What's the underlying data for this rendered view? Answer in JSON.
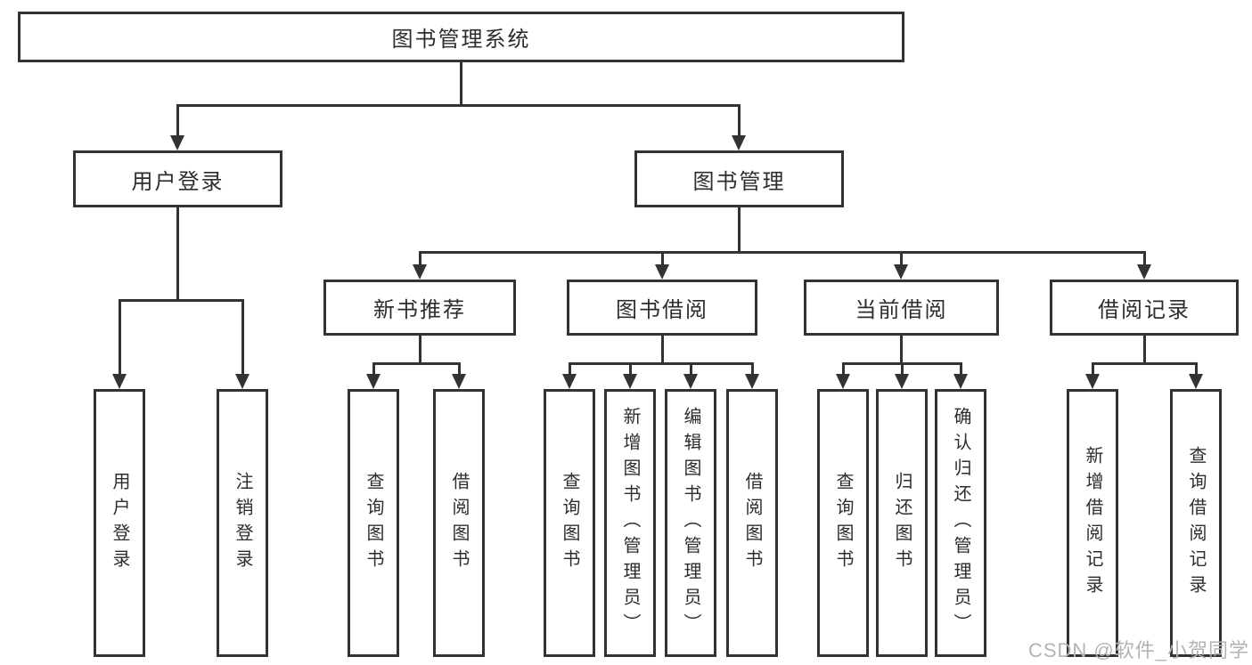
{
  "diagram": {
    "colors": {
      "line": "#333333",
      "box_border": "#333333",
      "box_fill": "#ffffff",
      "text": "#2d2d2d",
      "watermark": "#b3b3b3"
    },
    "root": {
      "label": "图书管理系统"
    },
    "level2": [
      {
        "label": "用户登录"
      },
      {
        "label": "图书管理"
      }
    ],
    "level3": [
      {
        "label": "新书推荐"
      },
      {
        "label": "图书借阅"
      },
      {
        "label": "当前借阅"
      },
      {
        "label": "借阅记录"
      }
    ],
    "leaves": {
      "user_login": [
        {
          "label": "用户登录"
        },
        {
          "label": "注销登录"
        }
      ],
      "new_book_rec": [
        {
          "label": "查询图书"
        },
        {
          "label": "借阅图书"
        }
      ],
      "book_borrow": [
        {
          "label": "查询图书"
        },
        {
          "label": "新增图书（管理员）"
        },
        {
          "label": "编辑图书（管理员）"
        },
        {
          "label": "借阅图书"
        }
      ],
      "current_borrow": [
        {
          "label": "查询图书"
        },
        {
          "label": "归还图书"
        },
        {
          "label": "确认归还（管理员）"
        }
      ],
      "borrow_records": [
        {
          "label": "新增借阅记录"
        },
        {
          "label": "查询借阅记录"
        }
      ]
    }
  },
  "watermark": {
    "text": "CSDN @软件_小贺同学"
  }
}
